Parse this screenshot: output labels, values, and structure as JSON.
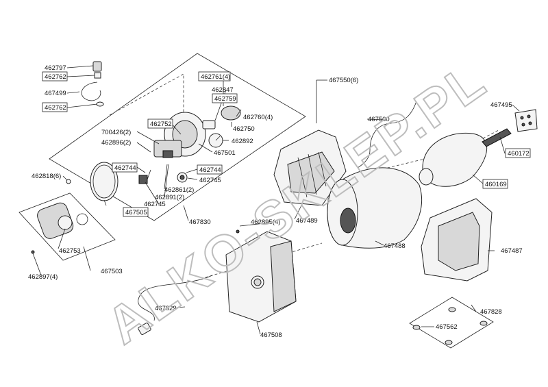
{
  "watermark": "ALKO-SKLEP.PL",
  "labels": {
    "l462797": "462797",
    "l462762a": "462762",
    "l467499": "467499",
    "l462762b": "462762",
    "l462752": "462752",
    "l700426": "700426(2)",
    "l462896": "462896(2)",
    "l462744a": "462744",
    "l462818": "462818(6)",
    "l462745a": "462745",
    "l467505": "467505",
    "l462761": "462761(4)",
    "l462847": "462847",
    "l462759": "462759",
    "l462760": "462760(4)",
    "l462750": "462750",
    "l462892": "462892",
    "l467501": "467501",
    "l462744b": "462744",
    "l462745b": "462745",
    "l462861": "462861(2)",
    "l462891": "462891(2)",
    "l467830": "467830",
    "l462753": "462753",
    "l467503": "467503",
    "l462897": "462897(4)",
    "l467550": "467550(6)",
    "l467500": "467500",
    "l467489": "467489",
    "l462895": "462895(4)",
    "l467488": "467488",
    "l467829": "467829",
    "l467508": "467508",
    "l467495": "467495",
    "l460172": "460172",
    "l460169": "460169",
    "l467487": "467487",
    "l467828": "467828",
    "l467562": "467562"
  }
}
